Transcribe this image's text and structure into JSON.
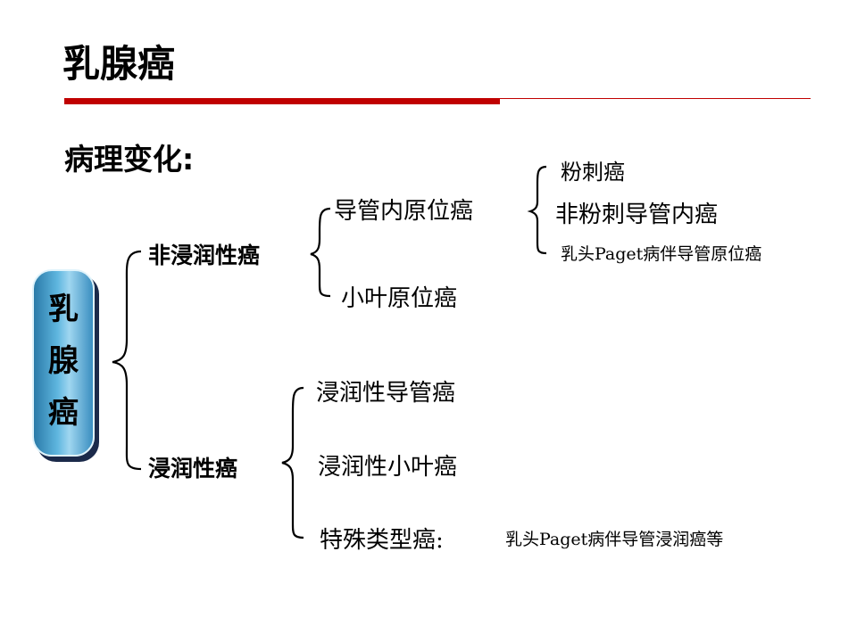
{
  "title": "乳腺癌",
  "section_label": "病理变化:",
  "colors": {
    "accent_red": "#c00000",
    "root_box": "#5fb6df"
  },
  "root": "乳\n腺\n癌",
  "branches": {
    "non_invasive": {
      "label": "非浸润性癌",
      "children": {
        "ductal_in_situ": {
          "label": "导管内原位癌",
          "children": [
            "粉刺癌",
            "非粉刺导管内癌",
            "乳头Paget病伴导管原位癌"
          ]
        },
        "lobular_in_situ": {
          "label": "小叶原位癌"
        }
      }
    },
    "invasive": {
      "label": "浸润性癌",
      "children": [
        "浸润性导管癌",
        "浸润性小叶癌",
        "特殊类型癌:"
      ],
      "special_note": "乳头Paget病伴导管浸润癌等"
    }
  }
}
